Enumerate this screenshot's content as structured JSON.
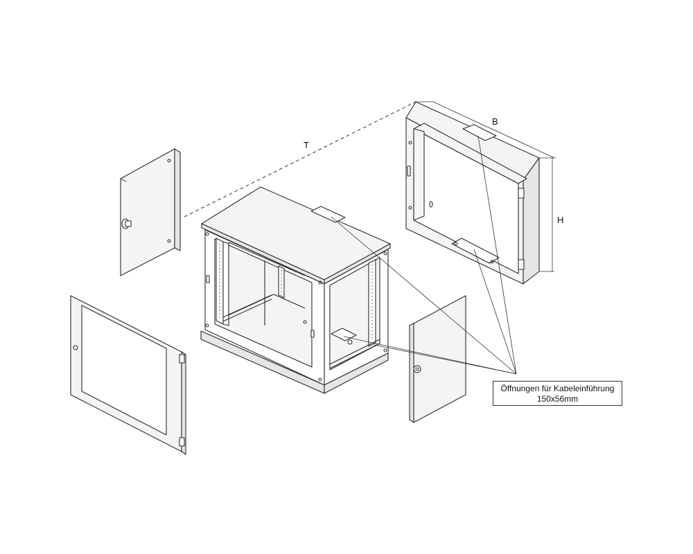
{
  "dimensions": {
    "depth_label": "T",
    "width_label": "B",
    "height_label": "H"
  },
  "callout": {
    "line1": "Öffnungen für Kabeleinführung",
    "line2": "150x56mm"
  }
}
